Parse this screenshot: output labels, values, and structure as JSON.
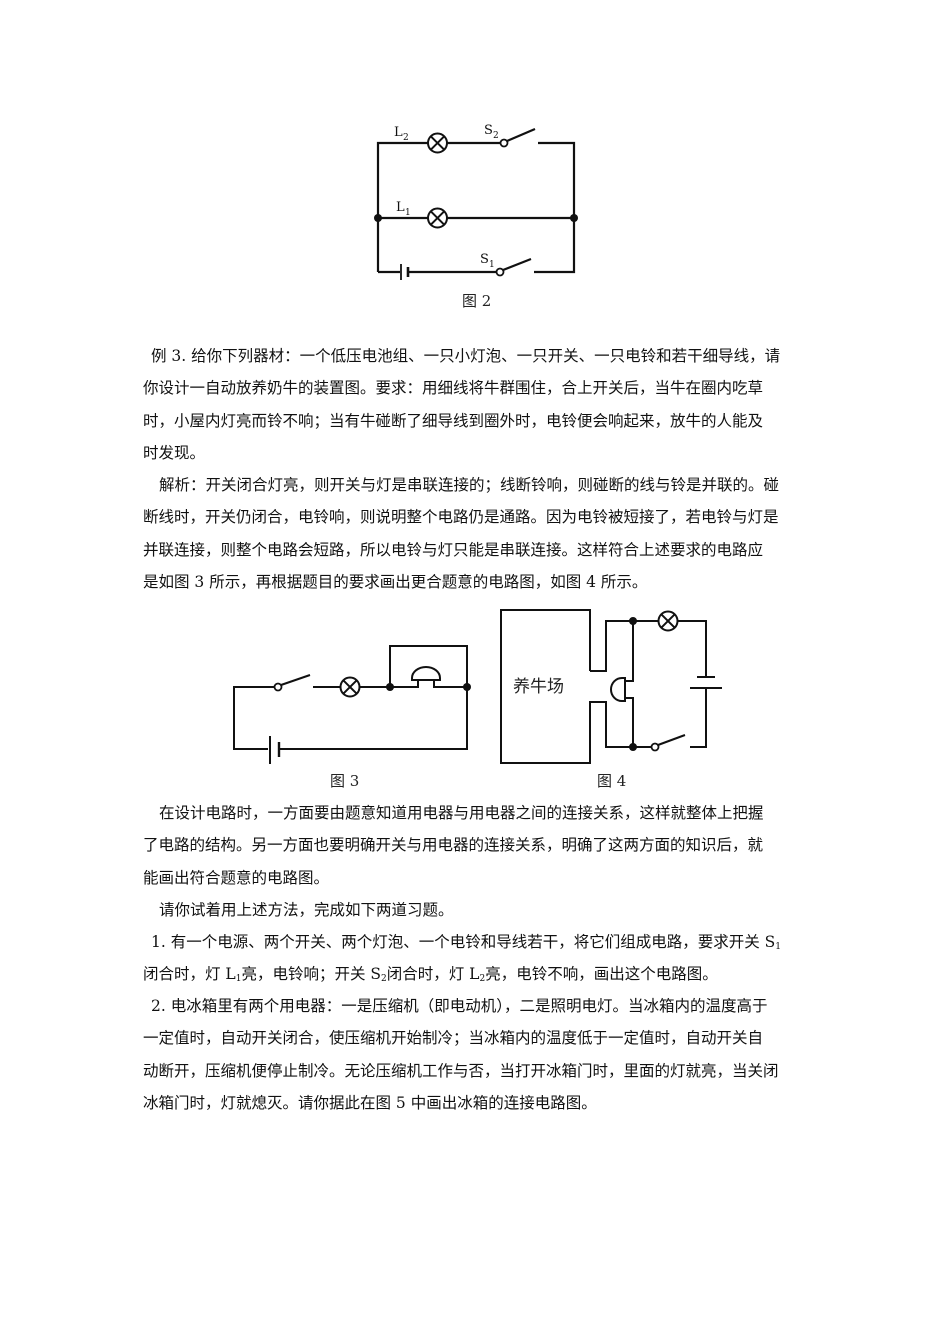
{
  "figure2": {
    "caption": "图 2",
    "labels": {
      "L2": "L",
      "L2_sub": "2",
      "S2": "S",
      "S2_sub": "2",
      "L1": "L",
      "L1_sub": "1",
      "S1": "S",
      "S1_sub": "1"
    }
  },
  "example3": {
    "lines": [
      "例 3. 给你下列器材：一个低压电池组、一只小灯泡、一只开关、一只电铃和若干细导线，请",
      "你设计一自动放养奶牛的装置图。要求：用细线将牛群围住，合上开关后，当牛在圈内吃草",
      "时，小屋内灯亮而铃不响；当有牛碰断了细导线到圈外时，电铃便会响起来，放牛的人能及",
      "时发现。"
    ]
  },
  "analysis": {
    "lines": [
      "解析：开关闭合灯亮，则开关与灯是串联连接的；线断铃响，则碰断的线与铃是并联的。碰",
      "断线时，开关仍闭合，电铃响，则说明整个电路仍是通路。因为电铃被短接了，若电铃与灯是",
      "并联连接，则整个电路会短路，所以电铃与灯只能是串联连接。这样符合上述要求的电路应",
      "是如图 3 所示，再根据题目的要求画出更合题意的电路图，如图 4 所示。"
    ]
  },
  "figure3": {
    "caption": "图 3"
  },
  "figure4": {
    "caption": "图 4",
    "box_label": "养牛场"
  },
  "method": {
    "lines": [
      "在设计电路时，一方面要由题意知道用电器与用电器之间的连接关系，这样就整体上把握",
      "了电路的结构。另一方面也要明确开关与用电器的连接关系，明确了这两方面的知识后，就",
      "能画出符合题意的电路图。"
    ]
  },
  "prompt": {
    "text": "请你试着用上述方法，完成如下两道习题。"
  },
  "exercise1": {
    "line1": "1. 有一个电源、两个开关、两个灯泡、一个电铃和导线若干，将它们组成电路，要求开关 S",
    "line1_sub": "1",
    "line2_a": "闭合时，灯 L",
    "line2_sub1": "1",
    "line2_b": "亮，电铃响；开关 S",
    "line2_sub2": "2",
    "line2_c": "闭合时，灯 L",
    "line2_sub3": "2",
    "line2_d": "亮，电铃不响，画出这个电路图。"
  },
  "exercise2": {
    "lines": [
      "2. 电冰箱里有两个用电器：一是压缩机（即电动机），二是照明电灯。当冰箱内的温度高于",
      "一定值时，自动开关闭合，使压缩机开始制冷；当冰箱内的温度低于一定值时，自动开关自",
      "动断开，压缩机便停止制冷。无论压缩机工作与否，当打开冰箱门时，里面的灯就亮，当关闭",
      "冰箱门时，灯就熄灭。请你据此在图 5 中画出冰箱的连接电路图。"
    ]
  }
}
